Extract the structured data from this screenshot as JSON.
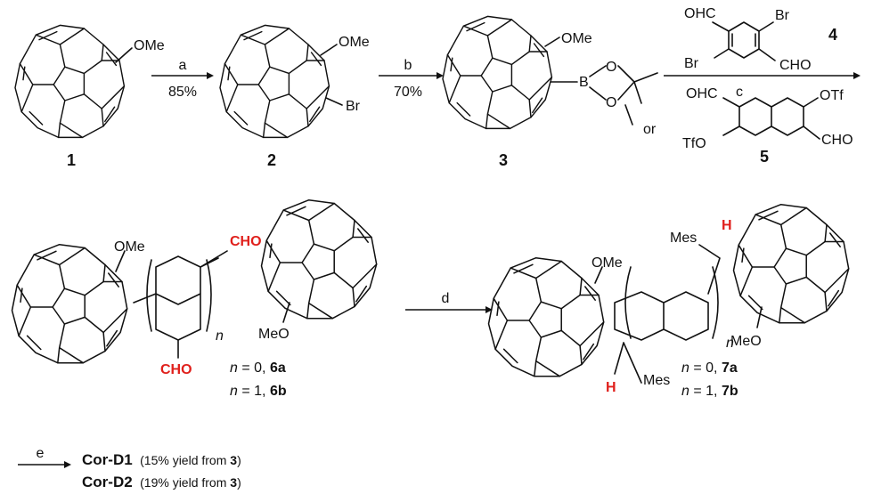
{
  "compounds": {
    "c1": {
      "label": "1",
      "substituent": "OMe"
    },
    "c2": {
      "label": "2",
      "substituent_top": "OMe",
      "substituent_br": "Br"
    },
    "c3": {
      "label": "3",
      "substituent_top": "OMe",
      "boron": "B",
      "oxygen": "O",
      "or_text": "or"
    },
    "c4": {
      "label": "4",
      "ohc": "OHC",
      "br_top": "Br",
      "br_bottom": "Br",
      "cho": "CHO"
    },
    "c5": {
      "label": "5",
      "ohc": "OHC",
      "otf_top": "OTf",
      "tfo": "TfO",
      "cho": "CHO"
    },
    "c6": {
      "ome": "OMe",
      "meo": "MeO",
      "cho_red": "CHO",
      "n_label": "n",
      "line1_n": "n",
      "line1_rest": " = 0, ",
      "line1_id": "6a",
      "line2_n": "n",
      "line2_rest": " = 1, ",
      "line2_id": "6b"
    },
    "c7": {
      "ome": "OMe",
      "meo": "MeO",
      "mes": "Mes",
      "h_red": "H",
      "n_label": "n",
      "line1_n": "n",
      "line1_rest": " = 0, ",
      "line1_id": "7a",
      "line2_n": "n",
      "line2_rest": " = 1, ",
      "line2_id": "7b"
    }
  },
  "steps": {
    "a": {
      "letter": "a",
      "yield": "85%"
    },
    "b": {
      "letter": "b",
      "yield": "70%"
    },
    "c": {
      "letter": "c"
    },
    "d": {
      "letter": "d"
    },
    "e": {
      "letter": "e"
    }
  },
  "products": [
    {
      "name": "Cor-D1",
      "note_pre": "(15% yield from ",
      "note_ref": "3",
      "note_post": ")"
    },
    {
      "name": "Cor-D2",
      "note_pre": "(19% yield from ",
      "note_ref": "3",
      "note_post": ")"
    }
  ]
}
